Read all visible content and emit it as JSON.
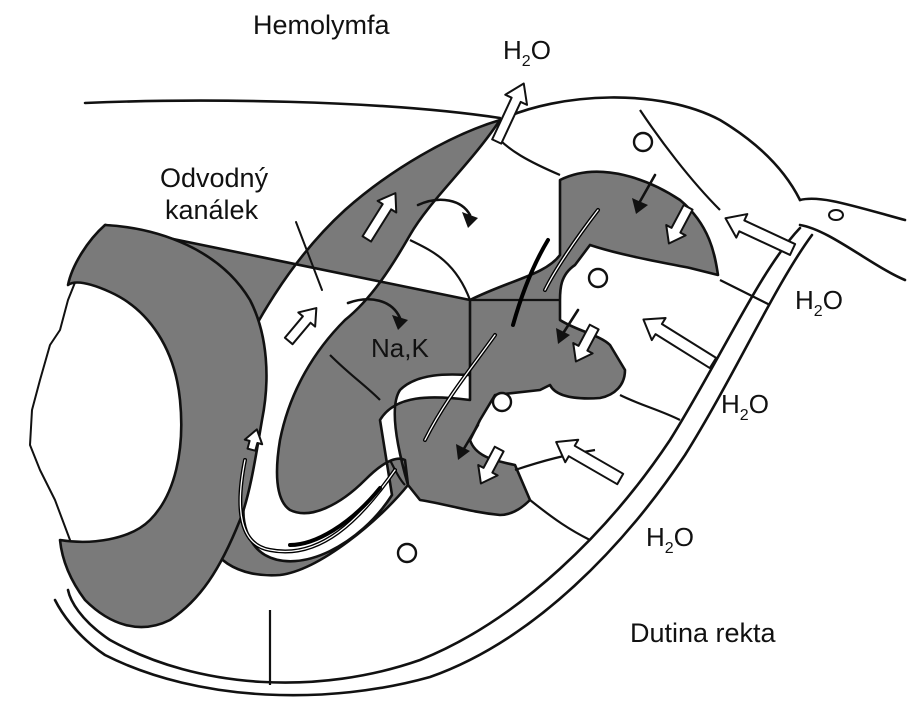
{
  "labels": {
    "hemolymph": "Hemolymfa",
    "channel_line1": "Odvodný",
    "channel_line2": "kanálek",
    "ions": "Na,K",
    "rectum_cavity": "Dutina rekta",
    "water": {
      "h": "H",
      "sub": "2",
      "o": "O"
    }
  },
  "colors": {
    "channel_fill": "#7a7a7a",
    "stroke": "#111111",
    "background": "#ffffff"
  }
}
